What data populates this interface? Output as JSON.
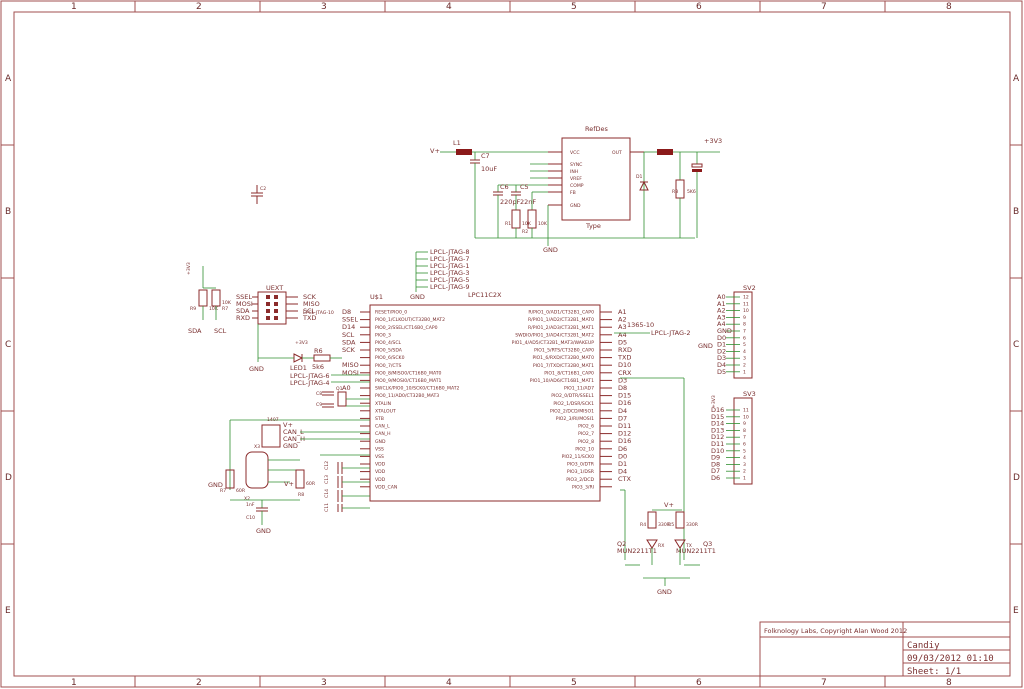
{
  "sheet": {
    "columns": [
      "1",
      "2",
      "3",
      "4",
      "5",
      "6",
      "7",
      "8"
    ],
    "rows": [
      "A",
      "B",
      "C",
      "D",
      "E"
    ]
  },
  "title_block": {
    "company": "Folknology Labs, Copyright Alan Wood 2012",
    "title": "Candiy",
    "date": "09/03/2012 01:10",
    "sheet": "Sheet: 1/1"
  },
  "regulator": {
    "refdes": "RefDes",
    "type": "Type",
    "pins_left": [
      "VCC",
      "SYNC",
      "INH",
      "VREF",
      "COMP",
      "FB",
      "GND"
    ],
    "pin_out": "OUT",
    "input": "V+",
    "l1": "L1",
    "c7": "C7",
    "c7_val": "10uF",
    "c6": "C6",
    "c6_val": "220pF",
    "c5": "C5",
    "c5_val": "22nF",
    "r1": "R1",
    "r1_val": "10K",
    "r2": "R2",
    "r2_val": "10K",
    "d1": "D1",
    "r3": "R3",
    "r3_val": "5K6",
    "rail": "+3V3",
    "gnd": "GND"
  },
  "jtag_bus": [
    "LPCL-JTAG-8",
    "LPCL-JTAG-7",
    "LPCL-JTAG-1",
    "LPCL-JTAG-3",
    "LPCL-JTAG-5",
    "LPCL-JTAG-9"
  ],
  "jtag_gnd": "GND",
  "mcu": {
    "ref": "U$1",
    "part": "LPC11C2X",
    "left_nets": [
      "D8",
      "SSEL",
      "D14",
      "SCL",
      "SDA",
      "SCK",
      "",
      "MISO",
      "MOSI",
      "",
      "A0",
      "",
      "",
      "",
      "",
      "",
      "",
      "",
      "",
      "",
      "",
      "",
      "",
      ""
    ],
    "left_pins": [
      "RESET/PIO0_0",
      "PIO0_1/CLKOUT/CT32B0_MAT2",
      "PIO0_2/SSEL/CT16B0_CAP0",
      "PIO0_3",
      "PIO0_4/SCL",
      "PIO0_5/SDA",
      "PIO0_6/SCK0",
      "PIO0_7/CTS",
      "PIO0_8/MISO0/CT16B0_MAT0",
      "PIO0_9/MOSI0/CT16B0_MAT1",
      "SWCLK/PIO0_10/SCK0/CT16B0_MAT2",
      "PIO0_11/AD0/CT32B0_MAT3",
      "XTALIN",
      "XTALOUT",
      "STB",
      "CAN_L",
      "CAN_H",
      "GND",
      "VSS",
      "VSS",
      "VDD",
      "VDD",
      "VDD",
      "VDD_CAN"
    ],
    "right_pins": [
      "R/PIO1_0/AD1/CT32B1_CAP0",
      "R/PIO1_1/AD2/CT32B1_MAT0",
      "R/PIO1_2/AD3/CT32B1_MAT1",
      "SWDIO/PIO1_3/AD4/CT32B1_MAT2",
      "PIO1_4/AD5/CT32B1_MAT3/WAKEUP",
      "PIO1_5/RTS/CT32B0_CAP0",
      "PIO1_6/RXD/CT32B0_MAT0",
      "PIO1_7/TXD/CT32B0_MAT1",
      "PIO1_8/CT16B1_CAP0",
      "PIO1_10/AD6/CT16B1_MAT1",
      "PIO1_11/AD7",
      "PIO2_0/DTR/SSEL1",
      "PIO2_1/DSR/SCK1",
      "PIO2_2/DCD/MISO1",
      "PIO2_3/RI/MOSI1",
      "PIO2_6",
      "PIO2_7",
      "PIO2_8",
      "PIO2_10",
      "PIO2_11/SCK0",
      "PIO3_0/DTR",
      "PIO3_1/DSR",
      "PIO3_2/DCD",
      "PIO3_3/RI"
    ],
    "right_nets": [
      "A1",
      "A2",
      "A3",
      "A4",
      "D5",
      "RXD",
      "TXD",
      "D10",
      "CRX",
      "D3",
      "D8",
      "D15",
      "D16",
      "D4",
      "D7",
      "D11",
      "D12",
      "D16",
      "D6",
      "D0",
      "D1",
      "D4",
      "CTX",
      ""
    ]
  },
  "jtag2": {
    "label": "1365-10",
    "net": "LPCL-JTAG-2"
  },
  "uext": {
    "ref": "UEXT",
    "left": [
      "SSEL",
      "MOSI",
      "SDA",
      "RXD"
    ],
    "right": [
      "SCK",
      "MISO",
      "SCL",
      "TXD"
    ],
    "jtag10": "LPCL-JTAG-10",
    "pullup_rail": "+3V3",
    "r9": "R9",
    "r9_val": "10K",
    "r7": "R7",
    "r7_val": "10K",
    "sda": "SDA",
    "scl": "SCL",
    "gnd": "GND"
  },
  "led1": {
    "rail": "+3V3",
    "ref": "LED1",
    "r6": "R6",
    "r6_val": "5k6",
    "gnd": "GND"
  },
  "jtag_left": [
    "LPCL-JTAG-6",
    "LPCL-JTAG-4"
  ],
  "crystal": {
    "q1": "Q1",
    "c8": "C8",
    "c9": "C9"
  },
  "c2": "C2",
  "can": {
    "x3": "X3",
    "hdr": "1407",
    "pins": [
      "V+",
      "CAN_L",
      "CAN_H",
      "GND"
    ],
    "x2": "X2",
    "r7": "R7",
    "r8": "R8",
    "r8_val": "60R",
    "r7_val": "60R",
    "c10": "C10",
    "c10_val": "1nF",
    "gnd": "GND",
    "vplus": "V+"
  },
  "decoupling": [
    "C12",
    "C13",
    "C14",
    "C11"
  ],
  "leds": {
    "vplus": "V+",
    "r4": "R4",
    "r4_val": "330R",
    "r5": "R5",
    "r5_val": "330R",
    "rx": "RX",
    "tx": "TX",
    "q2": "Q2",
    "q2_part": "MUN2211T1",
    "q3": "Q3",
    "q3_part": "MUN2211T1",
    "gnd": "GND"
  },
  "sv2": {
    "ref": "SV2",
    "nets": [
      "A0",
      "A1",
      "A2",
      "A3",
      "A4",
      "GND",
      "D0",
      "D1",
      "D2",
      "D3",
      "D4",
      "D5"
    ],
    "pins": [
      "12",
      "11",
      "10",
      "9",
      "8",
      "7",
      "6",
      "5",
      "4",
      "3",
      "2",
      "1"
    ],
    "gnd": "GND"
  },
  "sv3": {
    "ref": "SV3",
    "rail": "+3V3",
    "nets": [
      "D16",
      "D15",
      "D14",
      "D13",
      "D12",
      "D11",
      "D10",
      "D9",
      "D8",
      "D7",
      "D6"
    ],
    "pins": [
      "11",
      "10",
      "9",
      "8",
      "7",
      "6",
      "5",
      "4",
      "3",
      "2",
      "1"
    ]
  }
}
